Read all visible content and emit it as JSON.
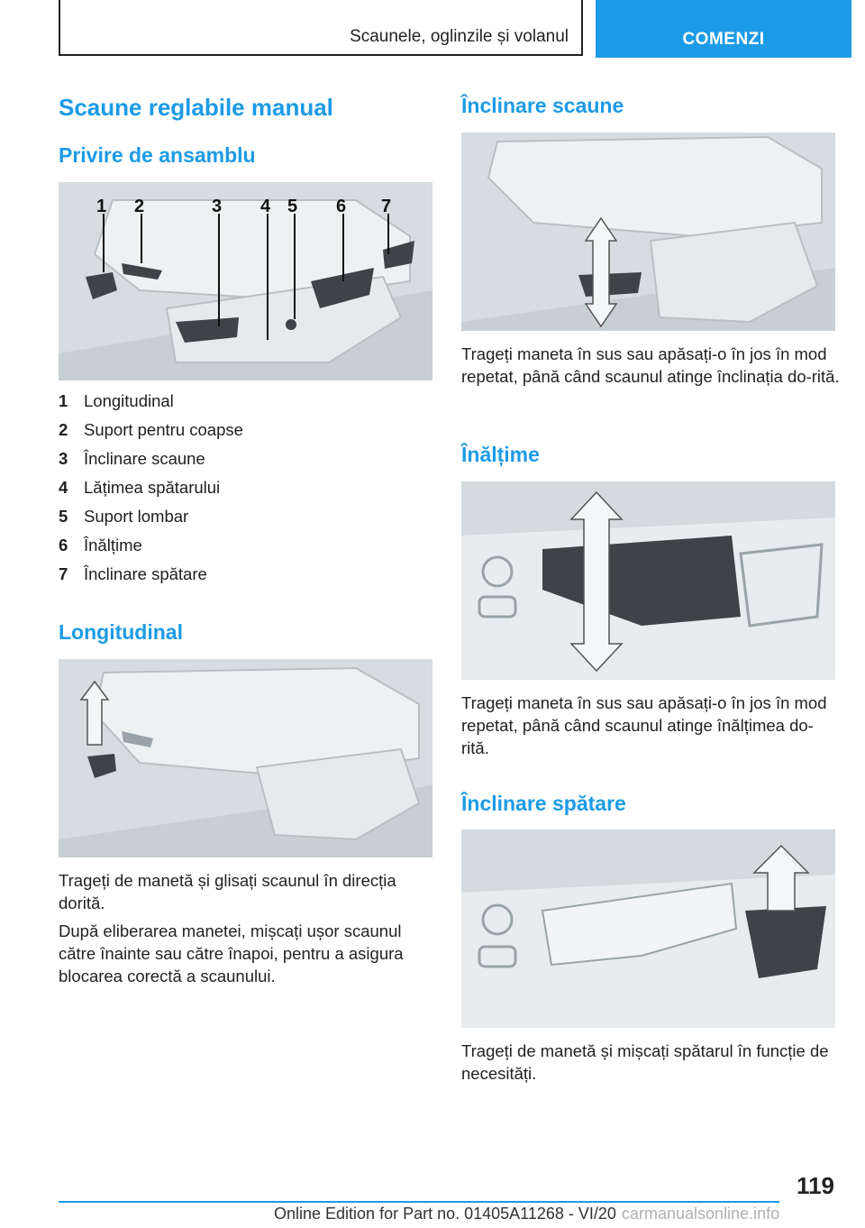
{
  "header": {
    "section": "Scaunele, oglinzile și volanul",
    "tab": "COMENZI"
  },
  "left": {
    "title": "Scaune reglabile manual",
    "overview_heading": "Privire de ansamblu",
    "callout_numbers": [
      "1",
      "2",
      "3",
      "4",
      "5",
      "6",
      "7"
    ],
    "legend": [
      {
        "num": "1",
        "label": "Longitudinal"
      },
      {
        "num": "2",
        "label": "Suport pentru coapse"
      },
      {
        "num": "3",
        "label": "Înclinare scaune"
      },
      {
        "num": "4",
        "label": "Lățimea spătarului"
      },
      {
        "num": "5",
        "label": "Suport lombar"
      },
      {
        "num": "6",
        "label": "Înălțime"
      },
      {
        "num": "7",
        "label": "Înclinare spătare"
      }
    ],
    "longitudinal_heading": "Longitudinal",
    "longitudinal_p1": "Trageți de manetă și glisați scaunul în direcția dorită.",
    "longitudinal_p2": "După eliberarea manetei, mișcați ușor scaunul către înainte sau către înapoi, pentru a asigura blocarea corectă a scaunului."
  },
  "right": {
    "tilt_heading": "Înclinare scaune",
    "tilt_text": "Trageți maneta în sus sau apăsați-o în jos în mod repetat, până când scaunul atinge înclinația do-rită.",
    "height_heading": "Înălțime",
    "height_text": "Trageți maneta în sus sau apăsați-o în jos în mod repetat, până când scaunul atinge înălțimea do-rită.",
    "backrest_heading": "Înclinare spătare",
    "backrest_text": "Trageți de manetă și mișcați spătarul în funcție de necesități."
  },
  "footer": {
    "page_number": "119",
    "edition": "Online Edition for Part no. 01405A11268 - VI/20",
    "watermark": "carmanualsonline.info"
  }
}
